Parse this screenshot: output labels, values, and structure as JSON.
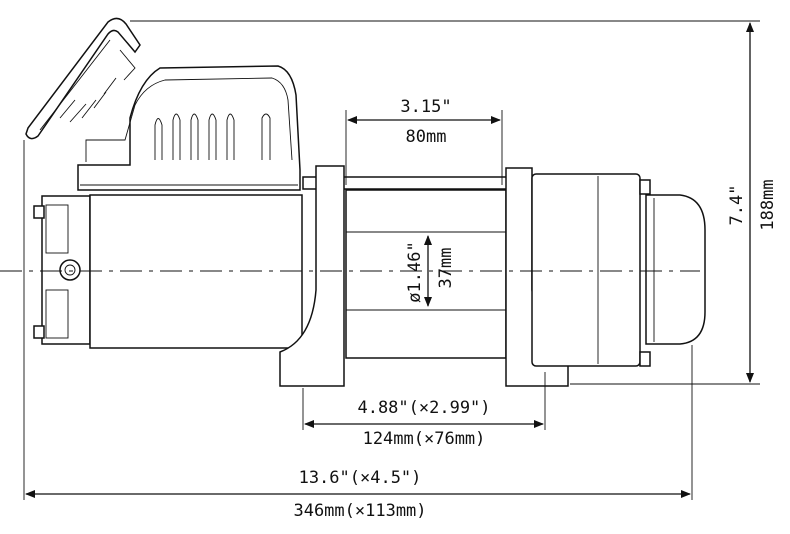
{
  "dimensions": {
    "drum_length_in": "3.15\"",
    "drum_length_mm": "80mm",
    "drum_diameter_in": "ø1.46\"",
    "drum_diameter_mm": "37mm",
    "overall_height_in": "7.4\"",
    "overall_height_mm": "188mm",
    "mount_spacing_in": "4.88\"(×2.99\")",
    "mount_spacing_mm": "124mm(×76mm)",
    "overall_length_in": "13.6\"(×4.5\")",
    "overall_length_mm": "346mm(×113mm)"
  }
}
